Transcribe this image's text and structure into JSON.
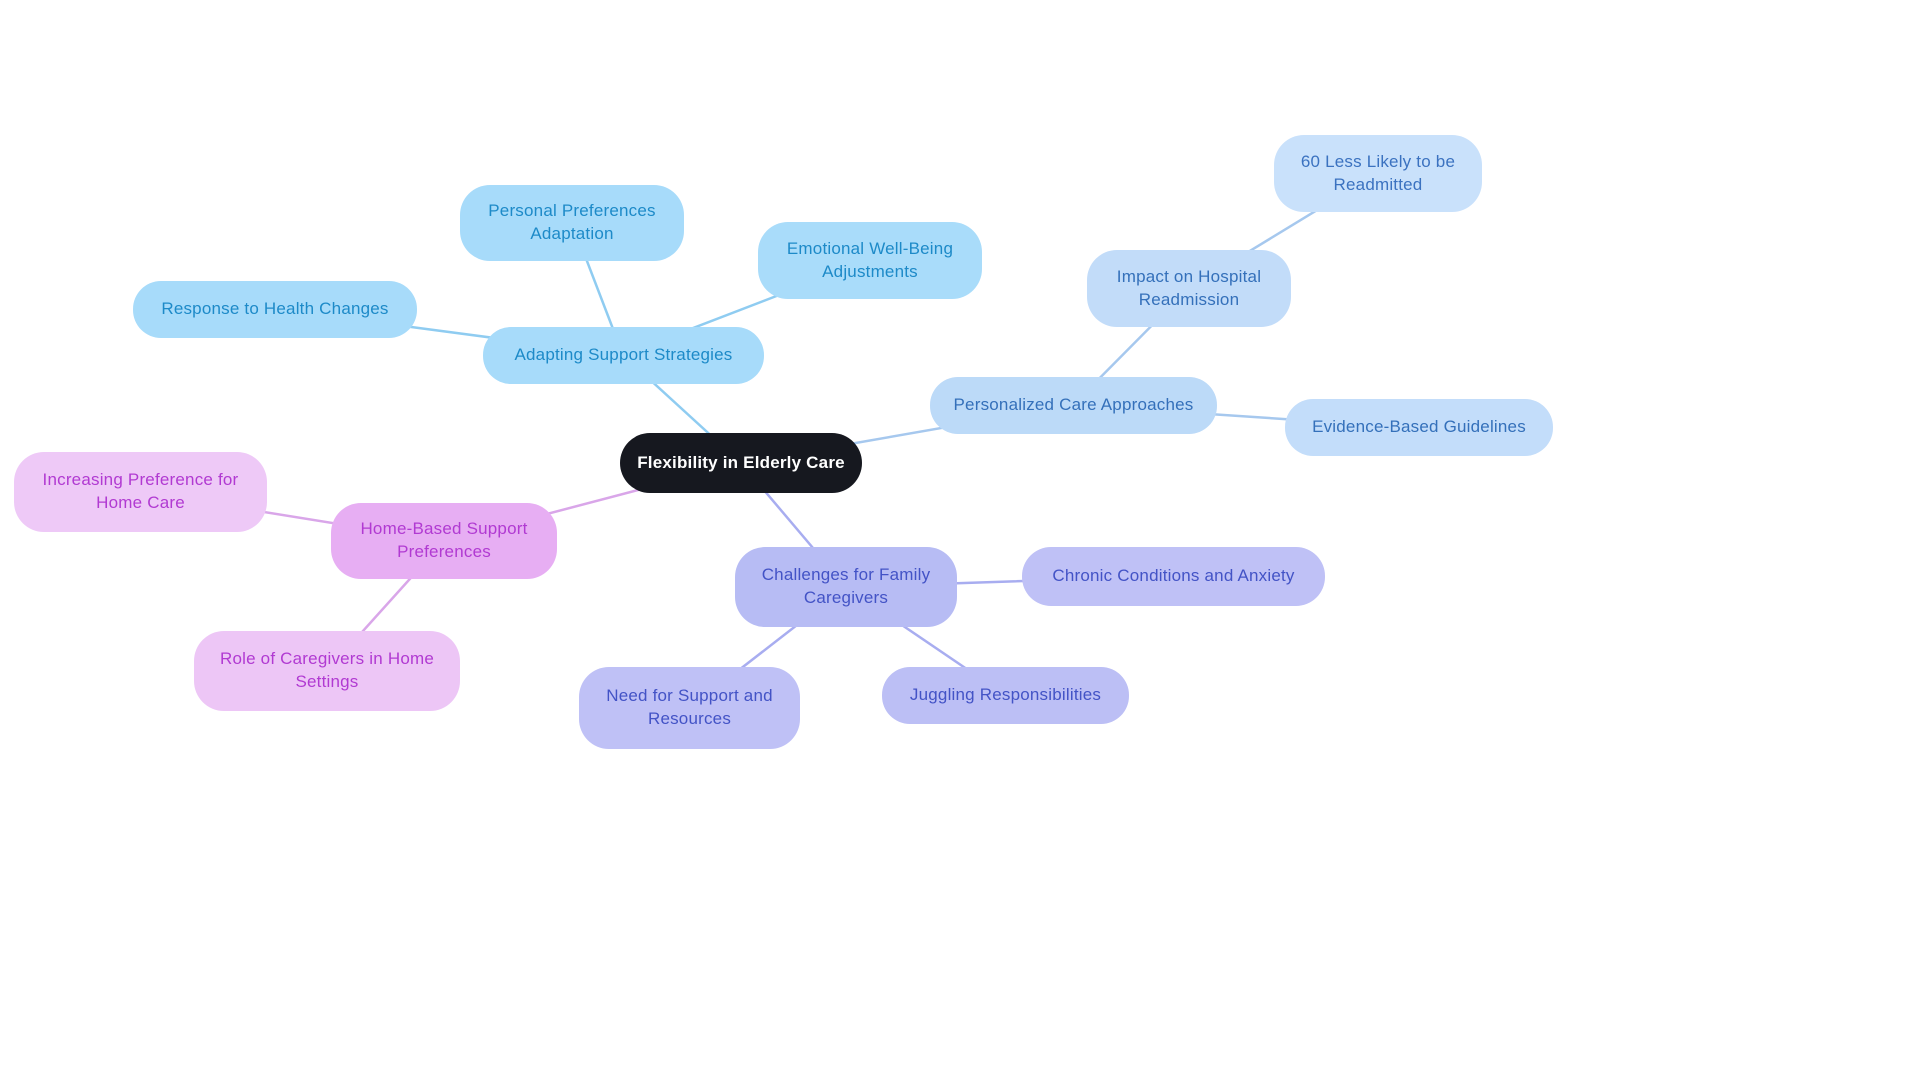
{
  "diagram": {
    "type": "mindmap",
    "background": "#ffffff",
    "center": {
      "label": "Flexibility in Elderly Care",
      "bg": "#16181f",
      "text_color": "#ffffff"
    },
    "branches": {
      "adapting": {
        "label": "Adapting Support Strategies",
        "bg": "#a7dbfa",
        "text_color": "#1d8ac8",
        "edge_color": "#8fccf1",
        "children": {
          "personal_preferences": {
            "label": "Personal Preferences Adaptation",
            "bg": "#a7dbfa",
            "text_color": "#1d8ac8"
          },
          "emotional_adjustments": {
            "label": "Emotional Well-Being Adjustments",
            "bg": "#a9dcfa",
            "text_color": "#1d8ac8"
          },
          "health_changes": {
            "label": "Response to Health Changes",
            "bg": "#a7dbfa",
            "text_color": "#1d8ac8"
          }
        }
      },
      "personalized": {
        "label": "Personalized Care Approaches",
        "bg": "#bcdaf8",
        "text_color": "#3470ba",
        "edge_color": "#a6c8ee",
        "children": {
          "impact_readmission": {
            "label": "Impact on Hospital Readmission",
            "bg": "#c2dcf9",
            "text_color": "#3470ba"
          },
          "less_likely_readmitted": {
            "label": "60 Less Likely to be Readmitted",
            "bg": "#c9e1fb",
            "text_color": "#3b72c0"
          },
          "evidence_guidelines": {
            "label": "Evidence-Based Guidelines",
            "bg": "#c3ddfa",
            "text_color": "#3470ba"
          }
        }
      },
      "challenges": {
        "label": "Challenges for Family Caregivers",
        "bg": "#b7bcf4",
        "text_color": "#4353c6",
        "edge_color": "#a8adf0",
        "children": {
          "chronic_anxiety": {
            "label": "Chronic Conditions and Anxiety",
            "bg": "#bfc1f6",
            "text_color": "#4353c6"
          },
          "juggling": {
            "label": "Juggling Responsibilities",
            "bg": "#bcbff5",
            "text_color": "#4353c6"
          },
          "need_support": {
            "label": "Need for Support and Resources",
            "bg": "#bfc1f6",
            "text_color": "#4353c6"
          }
        }
      },
      "home_based": {
        "label": "Home-Based Support Preferences",
        "bg": "#e7aef3",
        "text_color": "#b13ad2",
        "edge_color": "#d9a6e9",
        "children": {
          "increasing_preference": {
            "label": "Increasing Preference for Home Care",
            "bg": "#eec9f7",
            "text_color": "#b13ad2"
          },
          "role_caregivers": {
            "label": "Role of Caregivers in Home Settings",
            "bg": "#edc6f6",
            "text_color": "#b13ad2"
          }
        }
      }
    }
  }
}
